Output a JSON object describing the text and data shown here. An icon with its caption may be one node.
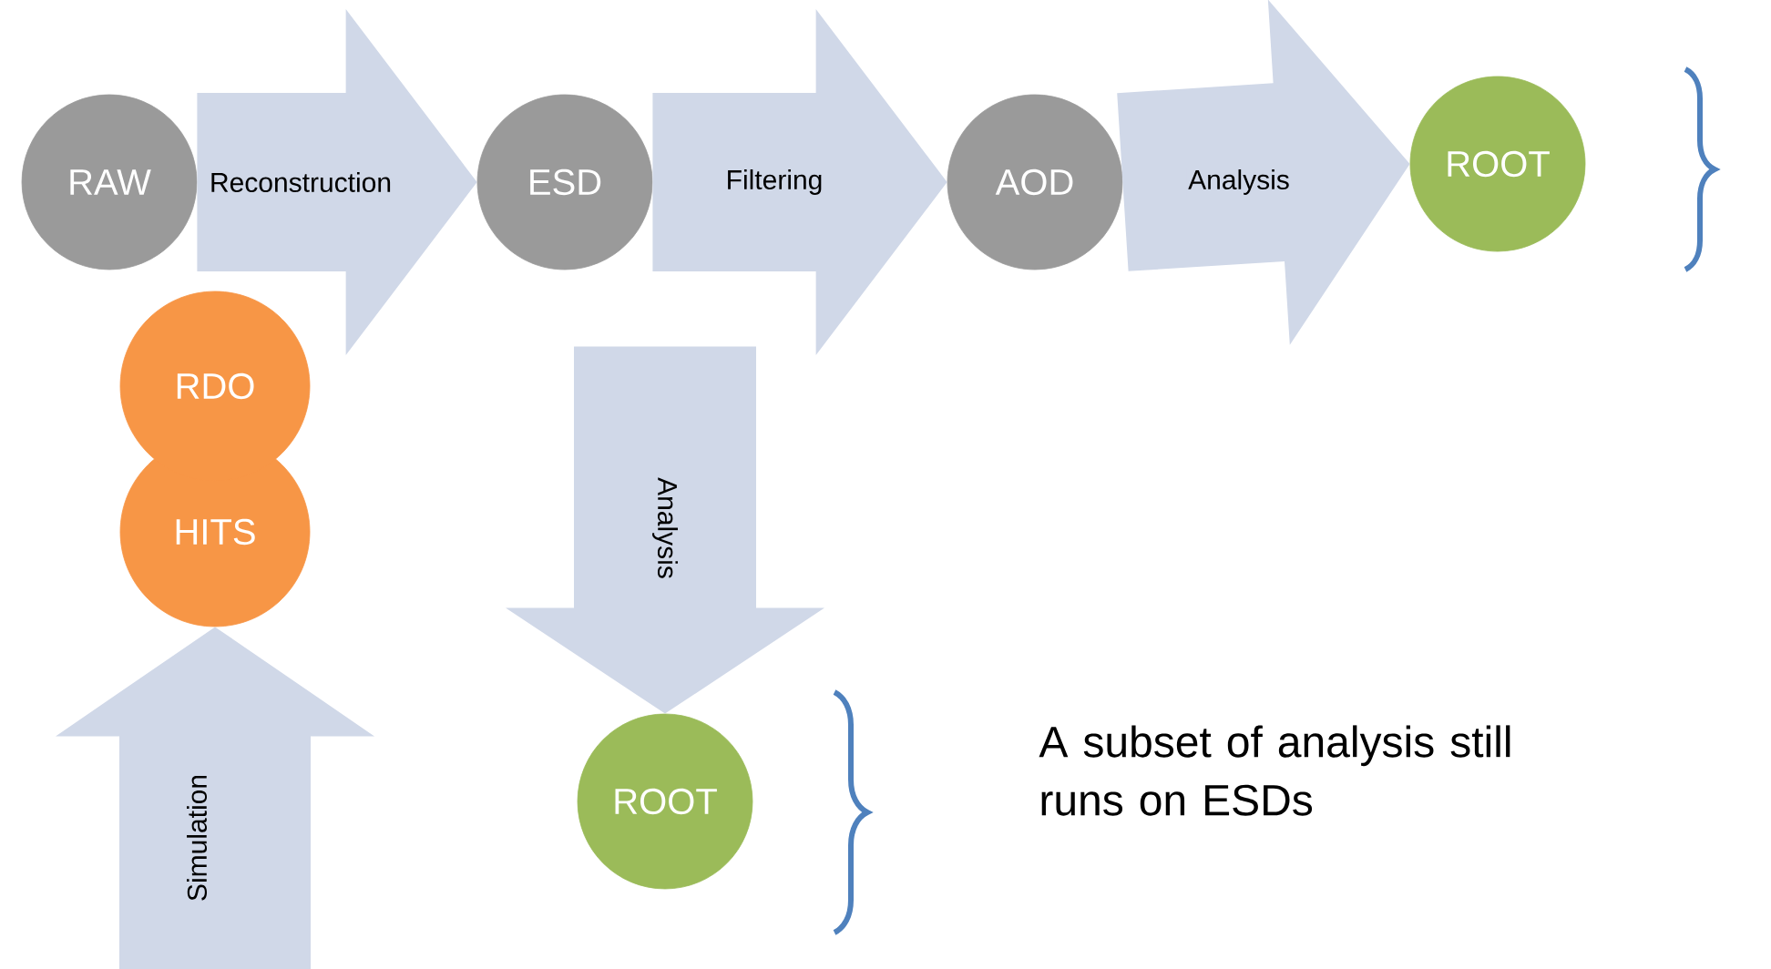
{
  "diagram": {
    "nodes": [
      {
        "text": [
          "RAW"
        ]
      },
      {
        "text": [
          "ESD"
        ]
      },
      {
        "text": [
          "AOD"
        ]
      },
      {
        "text": [
          "ROOT"
        ]
      },
      {
        "text": [
          "RDO"
        ]
      },
      {
        "text": [
          "HITS"
        ]
      },
      {
        "text": [
          "ROOT"
        ]
      }
    ],
    "edges": [
      {
        "from": 0,
        "to": 1,
        "arrow": "to",
        "label": "Reconstruction"
      },
      {
        "from": 1,
        "to": 2,
        "arrow": "to",
        "label": "Filtering"
      },
      {
        "from": 2,
        "to": 3,
        "arrow": "to",
        "label": "Analysis"
      },
      {
        "from": 1,
        "to": 6,
        "arrow": "to",
        "label": "Analysis"
      },
      {
        "from": null,
        "to": 5,
        "arrow": "to",
        "label": "Simulation"
      }
    ],
    "labels": [
      "A subset of analysis still runs on ESDs"
    ]
  }
}
